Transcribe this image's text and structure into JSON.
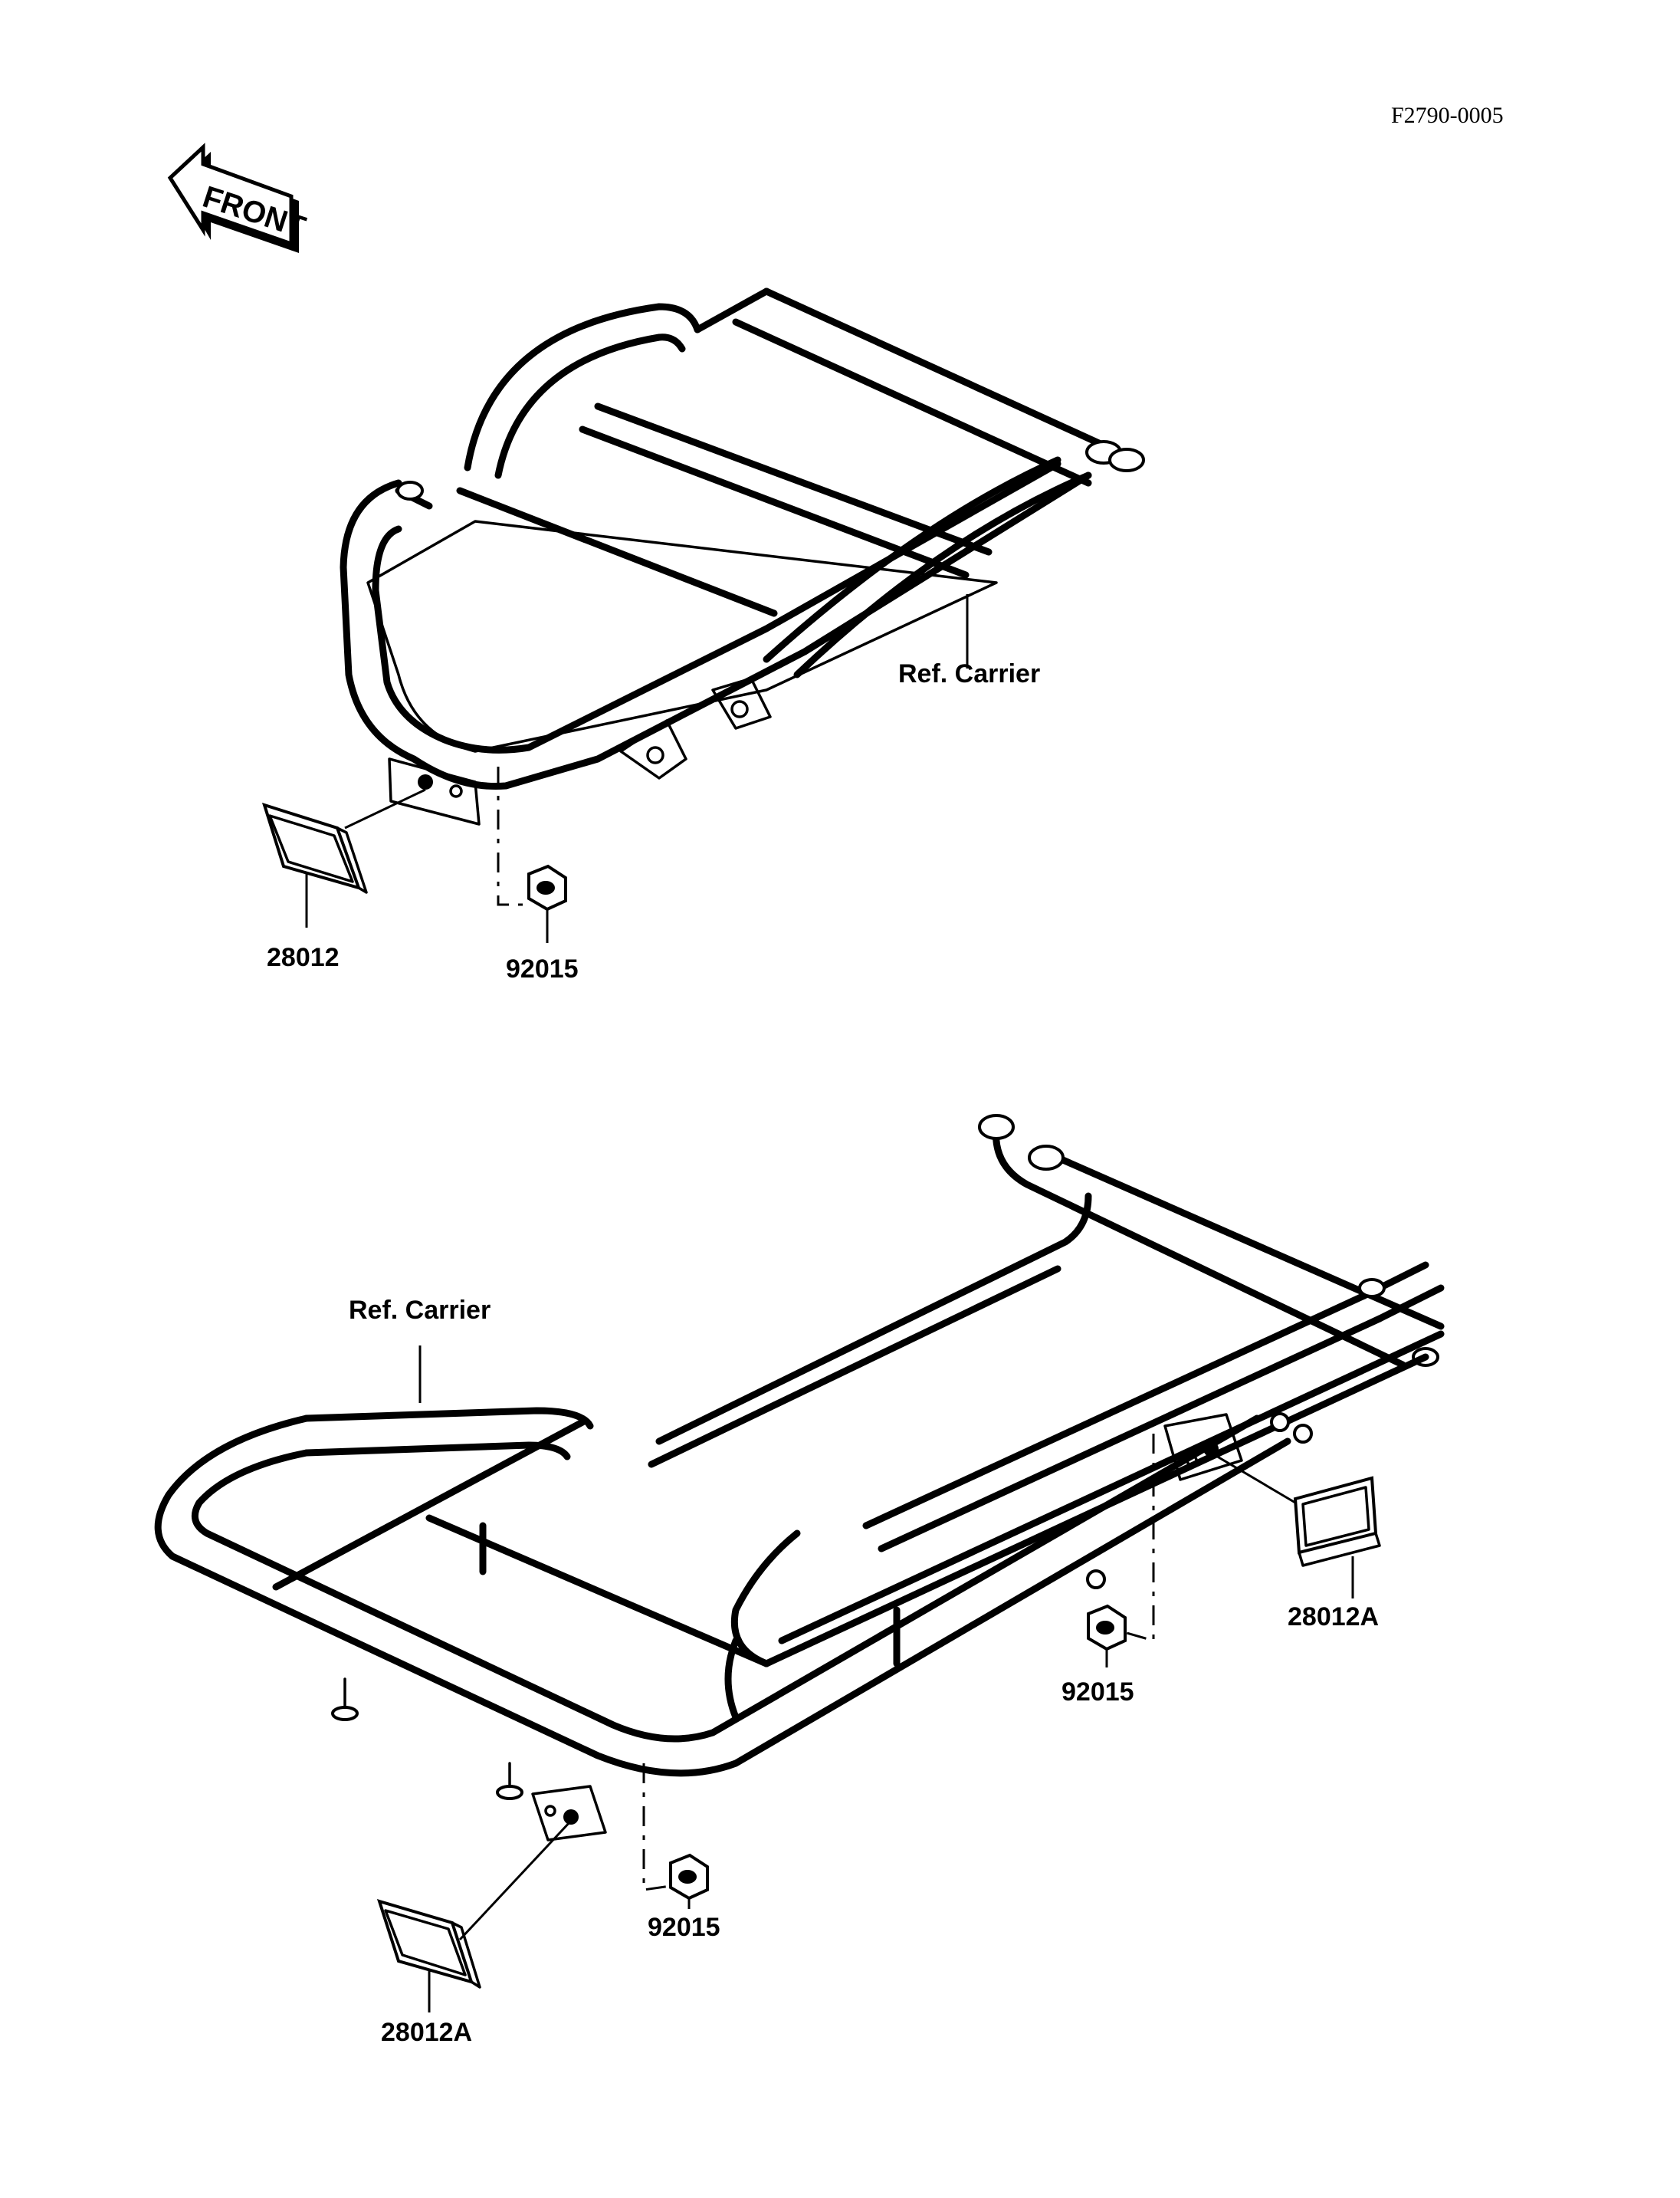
{
  "document_code": "F2790-0005",
  "front_marker": {
    "text": "FRONT",
    "icon": "front-arrow-icon"
  },
  "upper_assembly": {
    "ref_label": "Ref. Carrier",
    "parts": [
      {
        "number": "28012"
      },
      {
        "number": "92015"
      }
    ]
  },
  "lower_assembly": {
    "ref_label": "Ref. Carrier",
    "parts": [
      {
        "number": "28012A"
      },
      {
        "number": "92015"
      },
      {
        "number": "92015"
      },
      {
        "number": "28012A"
      }
    ]
  }
}
